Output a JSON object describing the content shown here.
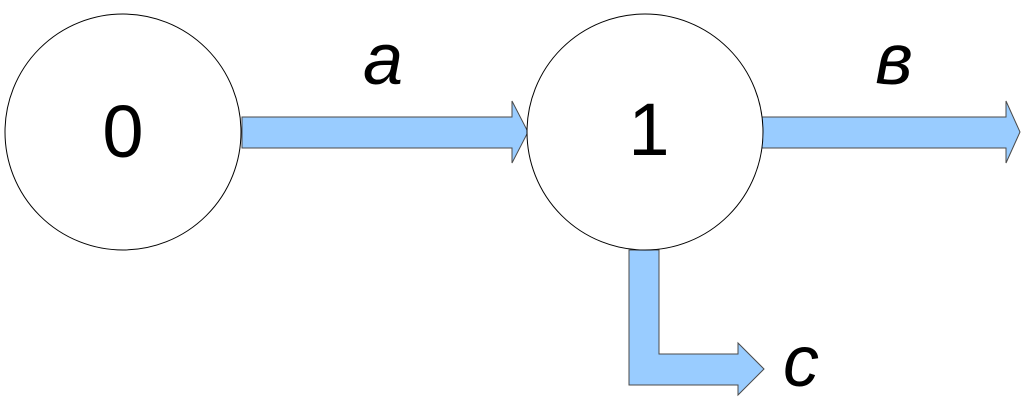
{
  "colors": {
    "arrow_fill": "#99ccff",
    "arrow_stroke": "#4a4a4a",
    "node_fill": "#ffffff",
    "node_stroke": "#000000"
  },
  "nodes": [
    {
      "id": "node-0",
      "label": "0"
    },
    {
      "id": "node-1",
      "label": "1"
    }
  ],
  "edges": [
    {
      "id": "edge-a",
      "label": "a",
      "from": "node-0",
      "to": "node-1"
    },
    {
      "id": "edge-b",
      "label": "в",
      "from": "node-1",
      "to": ""
    },
    {
      "id": "edge-c",
      "label": "c",
      "from": "node-1",
      "to": ""
    }
  ]
}
